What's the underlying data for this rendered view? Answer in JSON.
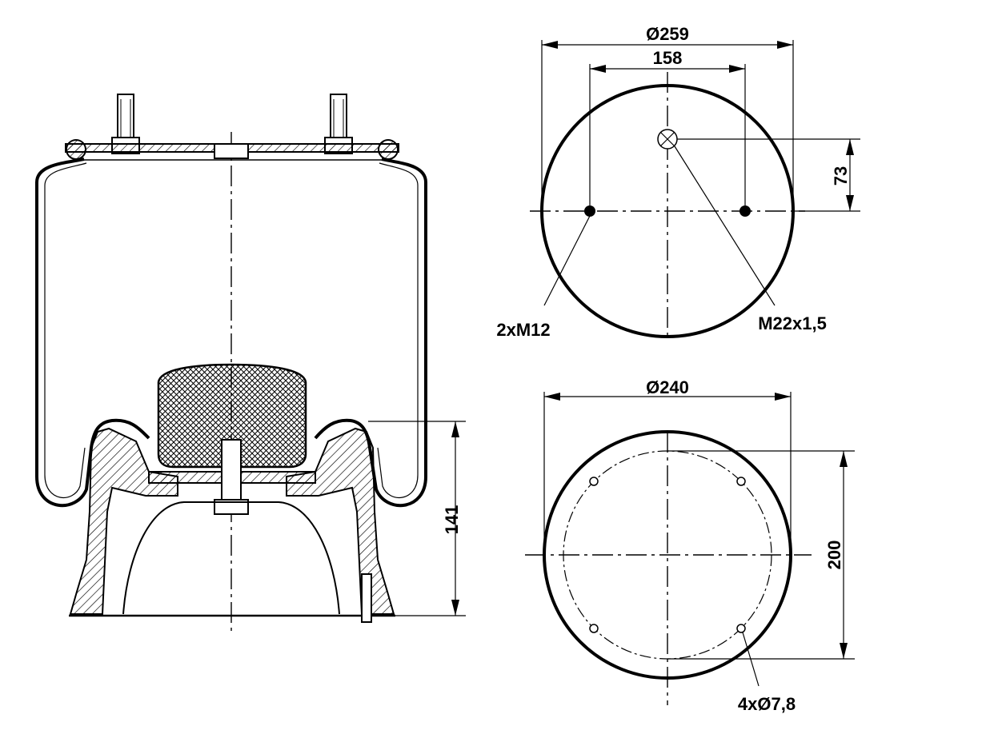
{
  "dimensions": {
    "top_outer_diameter": "Ø259",
    "top_stud_spacing": "158",
    "top_air_inlet_offset": "73",
    "top_studs": "2xM12",
    "top_air_inlet": "M22x1,5",
    "bottom_diameter": "Ø240",
    "bottom_hole_circle": "200",
    "bottom_holes": "4xØ7,8",
    "piston_height": "141"
  },
  "colors": {
    "line": "#000000",
    "background": "#ffffff"
  }
}
